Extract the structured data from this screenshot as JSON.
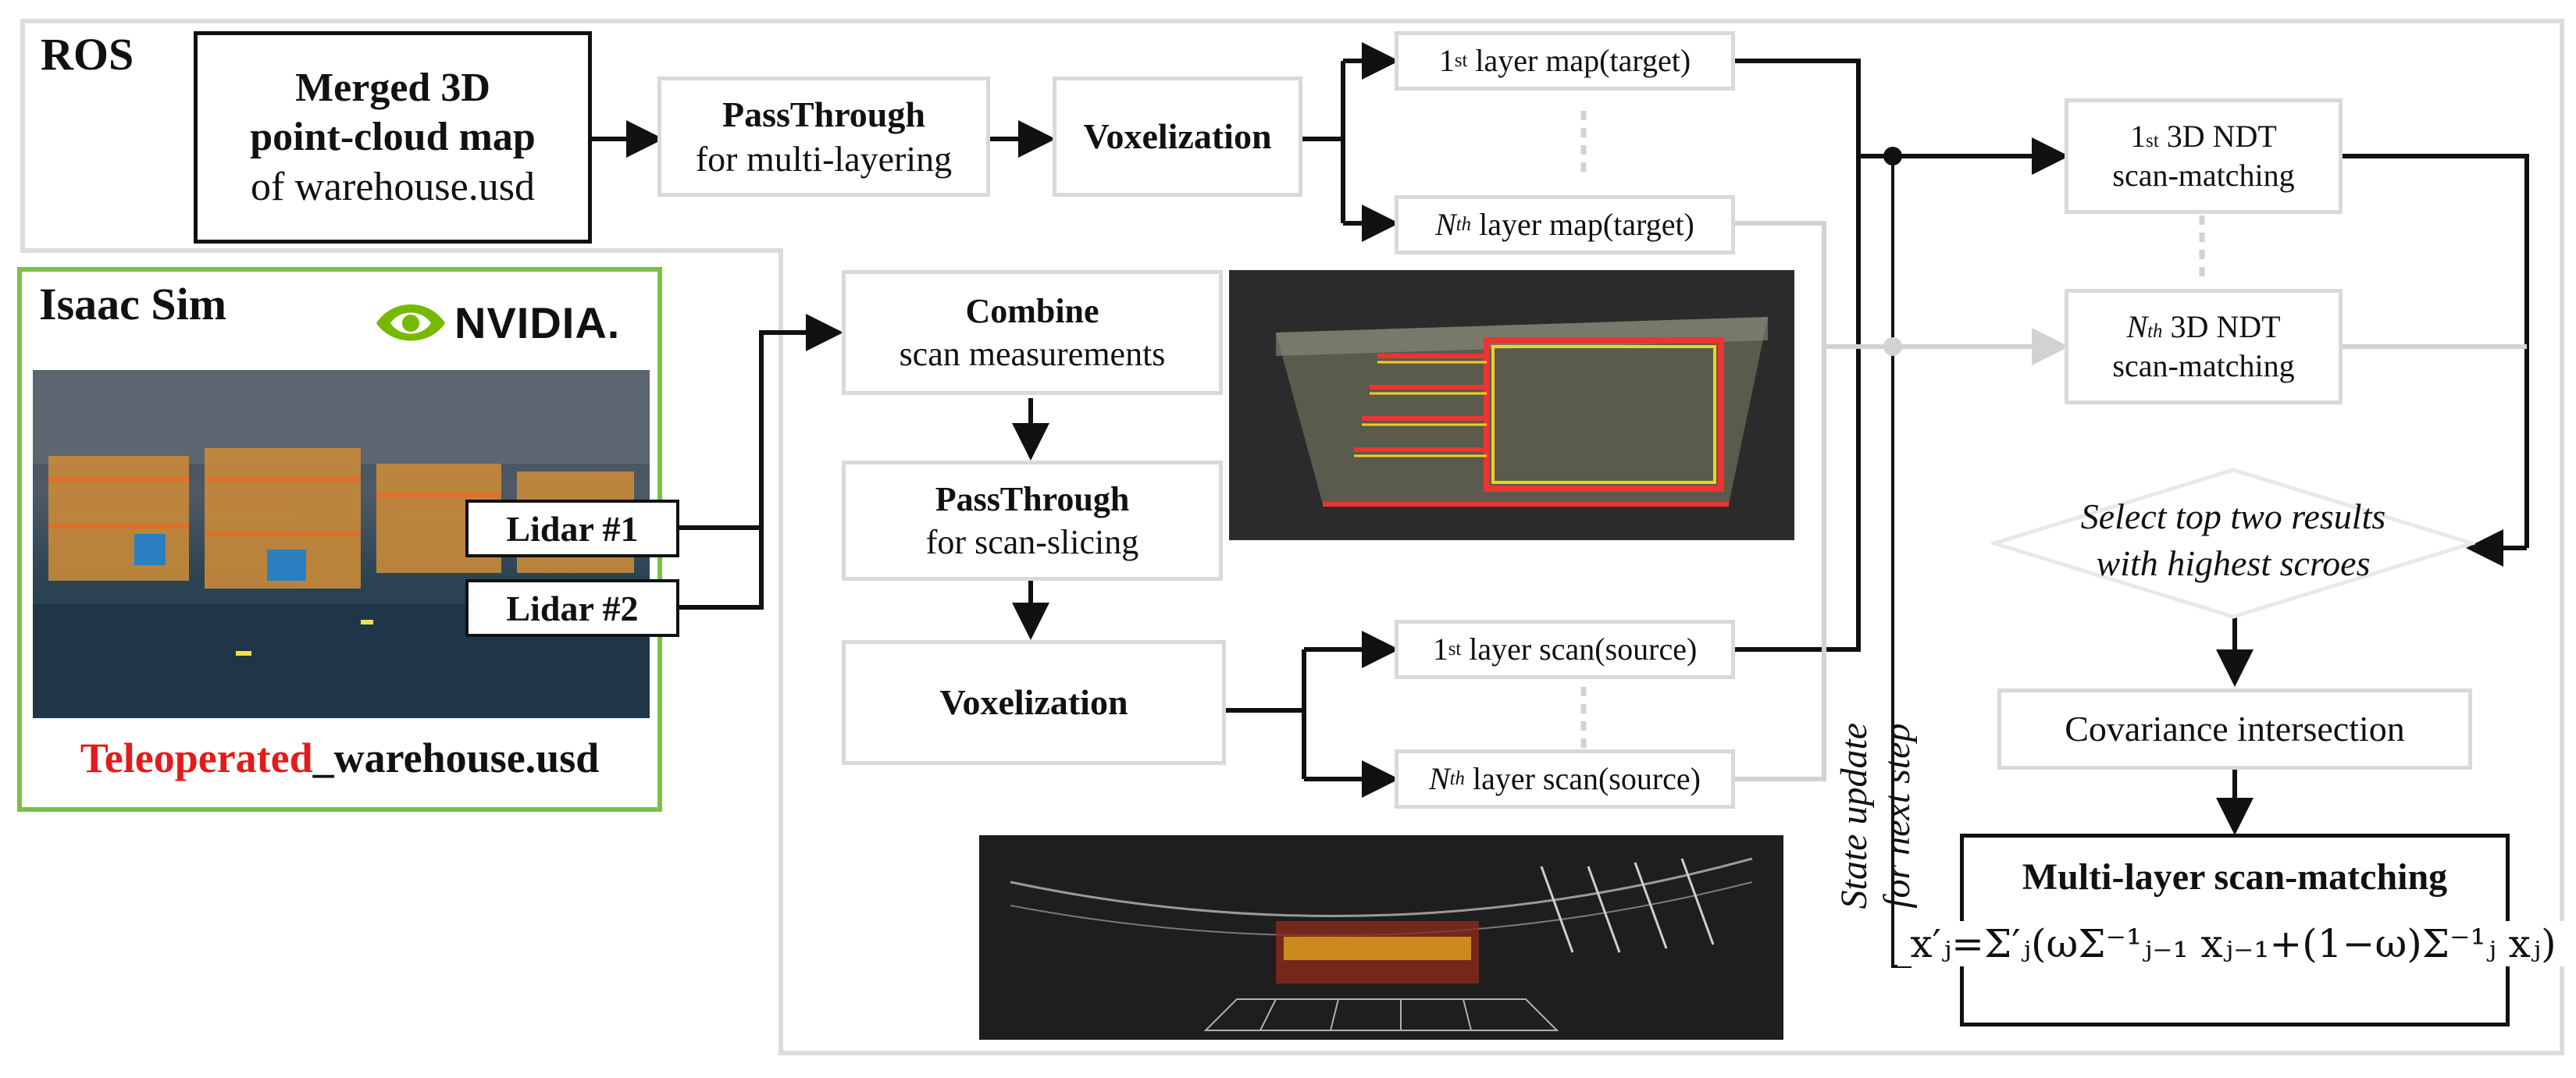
{
  "ros": {
    "label": "ROS",
    "merged_map": [
      "Merged 3D",
      "point-cloud map",
      "of warehouse.usd"
    ],
    "passthrough_map": {
      "title": "PassThrough",
      "sub": "for multi-layering"
    },
    "voxel_map": "Voxelization",
    "layer1_map": {
      "sup": "st",
      "num": "1",
      "text": " layer map(target)"
    },
    "layerN_map": {
      "sup": "th",
      "num": "N",
      "text": " layer map(target)"
    },
    "ndt1": {
      "num": "1",
      "sup": "st",
      "line1": " 3D NDT",
      "line2": "scan-matching"
    },
    "ndtN": {
      "num": "N",
      "sup": "th",
      "line1": " 3D NDT",
      "line2": "scan-matching"
    }
  },
  "isaac": {
    "label": "Isaac Sim",
    "brand": "NVIDIA.",
    "lidar1": "Lidar #1",
    "lidar2": "Lidar #2",
    "caption_red": "Teleoperated",
    "caption_rest": "_warehouse.usd"
  },
  "scan": {
    "combine": {
      "title": "Combine",
      "sub": "scan measurements"
    },
    "passthrough_scan": {
      "title": "PassThrough",
      "sub": "for scan-slicing"
    },
    "voxel_scan": "Voxelization",
    "layer1_scan": {
      "num": "1",
      "sup": "st",
      "text": " layer scan(source)"
    },
    "layerN_scan": {
      "num": "N",
      "sup": "th",
      "text": " layer scan(source)"
    }
  },
  "fusion": {
    "select": [
      "Select top two results",
      "with highest scroes"
    ],
    "covariance": "Covariance intersection",
    "multilayer": "Multi-layer scan-matching",
    "formula": "x′ⱼ=Σ′ⱼ(ωΣ⁻¹ⱼ₋₁ xⱼ₋₁+(1−ω)Σ⁻¹ⱼ xⱼ)",
    "state_update": [
      "State update",
      "for next step"
    ]
  },
  "colors": {
    "frame_grey": "#dcdcdc",
    "isaac_green": "#7ac143",
    "nvidia_green": "#76b900",
    "red_text": "#e31b1b",
    "arrow_grey": "#cfcfcf"
  }
}
